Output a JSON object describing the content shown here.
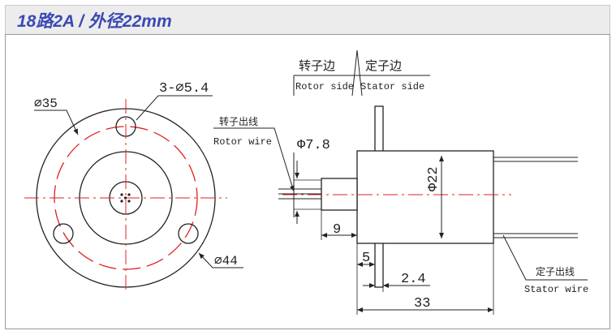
{
  "header": {
    "title": "18路2A / 外径22mm"
  },
  "front_view": {
    "hole_label": "3-⌀5.4",
    "pcd_label": "⌀35",
    "outer_label": "⌀44"
  },
  "side_view": {
    "rotor_side_cn": "转子边",
    "stator_side_cn": "定子边",
    "rotor_side_en": "Rotor side",
    "stator_side_en": "Stator side",
    "rotor_wire_cn": "转子出线",
    "rotor_wire_en": "Rotor wire",
    "stator_wire_cn": "定子出线",
    "stator_wire_en": "Stator wire",
    "dims": {
      "shaft_dia": "Φ7.8",
      "body_dia": "Φ22",
      "shaft_len": "9",
      "flange_offset": "5",
      "flange_thk": "2.4",
      "total_len": "33"
    }
  },
  "colors": {
    "title": "#3a49b5",
    "centerline": "#e02020",
    "line": "#222222"
  }
}
